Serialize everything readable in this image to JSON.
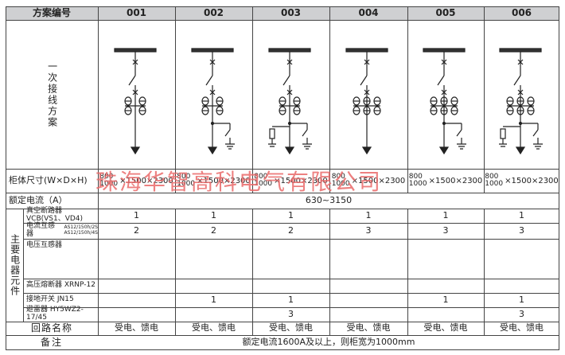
{
  "header": {
    "title": "方案编号",
    "schemes": [
      "001",
      "002",
      "003",
      "004",
      "005",
      "006"
    ]
  },
  "primary_scheme_label": "一次接线方案",
  "cabinet_size": {
    "label": "柜体尺寸(W×D×H)",
    "w_top": "800",
    "w_bottom": "1000",
    "rest": "×1500×2300"
  },
  "rated_current": {
    "label": "额定电流（A）",
    "value": "630~3150"
  },
  "main_components": {
    "group_label": "主要电器元件",
    "rows": [
      {
        "name": "真空断路器VCB(VS1、VD4)",
        "values": [
          "1",
          "1",
          "1",
          "1",
          "1",
          "1"
        ]
      },
      {
        "name": "电流互感器",
        "sub1": "AS12/150h/2S",
        "sub2": "AS12/150h/4S",
        "values": [
          "2",
          "2",
          "2",
          "3",
          "3",
          "3"
        ]
      },
      {
        "name": "电压互感器",
        "values": [
          "",
          "",
          "",
          "",
          "",
          ""
        ]
      },
      {
        "name": "高压熔断器 XRNP-12",
        "values": [
          "",
          "",
          "",
          "",
          "",
          ""
        ]
      },
      {
        "name": "接地开关 JN15",
        "values": [
          "",
          "1",
          "1",
          "",
          "1",
          "1"
        ]
      },
      {
        "name": "避雷器 HY5WZ2-17/45",
        "values": [
          "",
          "",
          "3",
          "",
          "",
          "3"
        ]
      }
    ]
  },
  "circuit_name": {
    "label": "回路名称",
    "values": [
      "受电、馈电",
      "受电、馈电",
      "受电、馈电",
      "受电、馈电",
      "受电、馈电",
      "受电、馈电"
    ]
  },
  "remarks": {
    "label": "备注",
    "value": "额定电流1600A及以上，则柜宽为1000mm"
  },
  "watermark": "珠海华智高科电气有限公司"
}
